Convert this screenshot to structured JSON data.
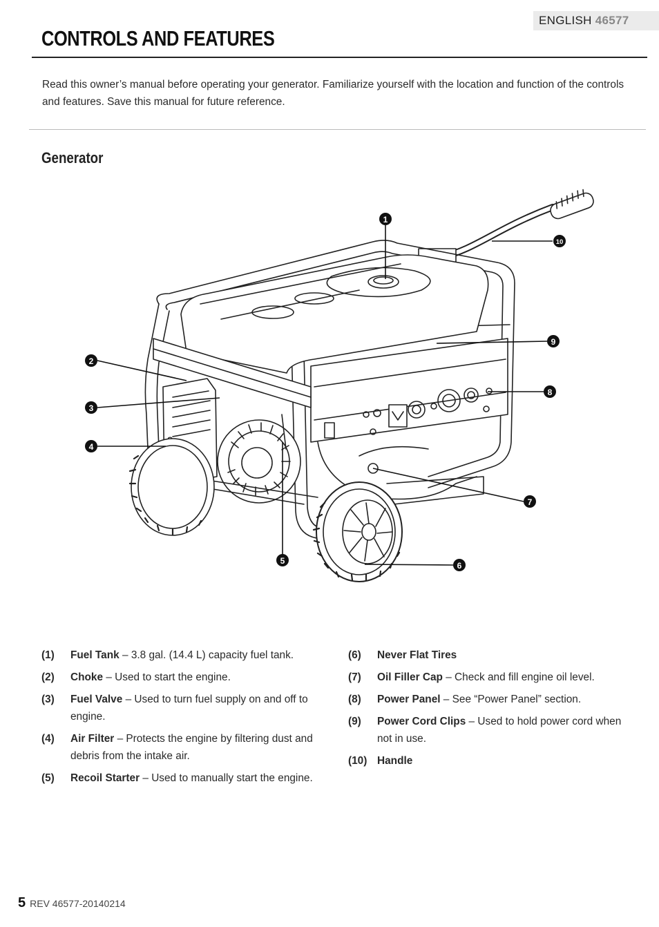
{
  "header": {
    "language": "ENGLISH",
    "model": "46577"
  },
  "title": "CONTROLS AND FEATURES",
  "intro": "Read this owner’s manual before operating your generator. Familiarize yourself with the location and function of the controls and features. Save this manual for future reference.",
  "section_title": "Generator",
  "callouts": [
    "1",
    "2",
    "3",
    "4",
    "5",
    "6",
    "7",
    "8",
    "9",
    "10"
  ],
  "features_left": [
    {
      "num": "(1)",
      "term": "Fuel Tank",
      "desc": " – 3.8 gal. (14.4 L) capacity fuel tank."
    },
    {
      "num": "(2)",
      "term": "Choke",
      "desc": " – Used to start the engine."
    },
    {
      "num": "(3)",
      "term": "Fuel Valve",
      "desc": " – Used to turn fuel supply on and off to engine."
    },
    {
      "num": "(4)",
      "term": "Air Filter",
      "desc": " – Protects the engine by filtering dust and debris from the intake air."
    },
    {
      "num": "(5)",
      "term": "Recoil Starter",
      "desc": " – Used to manually start the engine."
    }
  ],
  "features_right": [
    {
      "num": "(6)",
      "term": "Never Flat Tires",
      "desc": ""
    },
    {
      "num": "(7)",
      "term": "Oil Filler Cap",
      "desc": " – Check and fill engine oil level."
    },
    {
      "num": "(8)",
      "term": "Power Panel",
      "desc": " – See “Power Panel” section."
    },
    {
      "num": "(9)",
      "term": "Power Cord Clips",
      "desc": " – Used to hold power cord when not in use."
    },
    {
      "num": "(10)",
      "term": "Handle",
      "desc": ""
    }
  ],
  "footer": {
    "page": "5",
    "rev": "REV 46577-20140214"
  }
}
